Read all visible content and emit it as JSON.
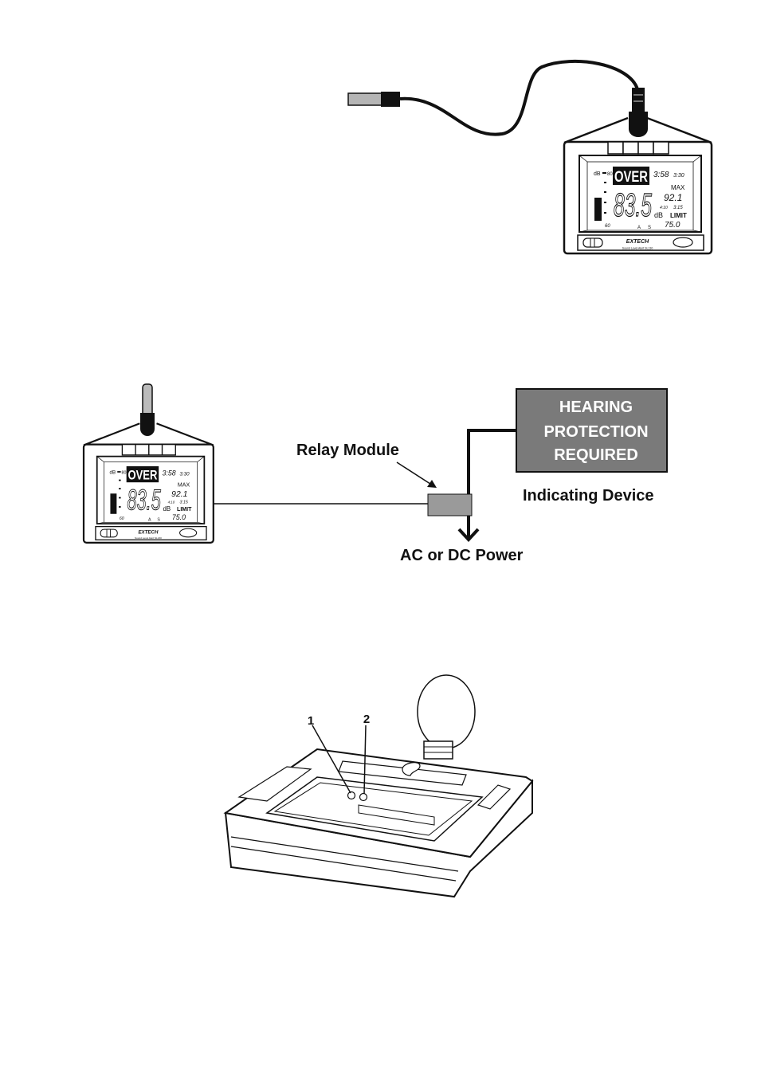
{
  "meter_display": {
    "db_unit": "dB",
    "scale_top": "80",
    "scale_bottom": "60",
    "over": "OVER",
    "clock": "3:58",
    "clock_small": "3:30",
    "max_label": "MAX",
    "max_value": "92.1",
    "max_time": "4:10",
    "max_time_small": "3:15",
    "reading": "83.5",
    "limit_label": "LIMIT",
    "limit_value": "75.0",
    "weighting": "A",
    "response": "S",
    "brand": "EXTECH",
    "model": "Sound Level Alert SL130"
  },
  "relay_diagram": {
    "relay_label": "Relay Module",
    "indicator_text": [
      "HEARING",
      "PROTECTION",
      "REQUIRED"
    ],
    "indicator_label": "Indicating Device",
    "power_label": "AC or DC Power"
  },
  "battery_diagram": {
    "callout_1": "1",
    "callout_2": "2"
  },
  "colors": {
    "indicator_fill": "#7a7a7a",
    "relay_fill": "#9a9a9a",
    "plug_fill": "#b5b5b5"
  }
}
